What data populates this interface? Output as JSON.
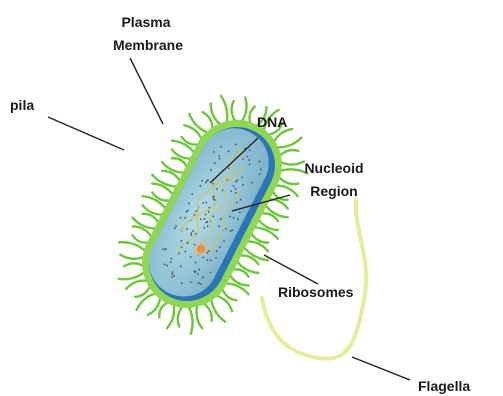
{
  "labels": {
    "plasma_line1": "Plasma",
    "plasma_line2": "Membrane",
    "pila": "pila",
    "dna": "DNA",
    "nucleoid_line1": "Nucleoid",
    "nucleoid_line2": "Region",
    "ribosomes": "Ribosomes",
    "flagella": "Flagella"
  },
  "colors": {
    "pili": "#6cc63a",
    "outer_wall": "#8ed654",
    "membrane_blue": "#2b74b8",
    "cytoplasm": "#8fc2d6",
    "flagellum": "#e6ec9a",
    "dna_strand": "#c9c46a",
    "ribosome_dot": "#4a5a6a",
    "plasmid": "#f08a3c"
  }
}
